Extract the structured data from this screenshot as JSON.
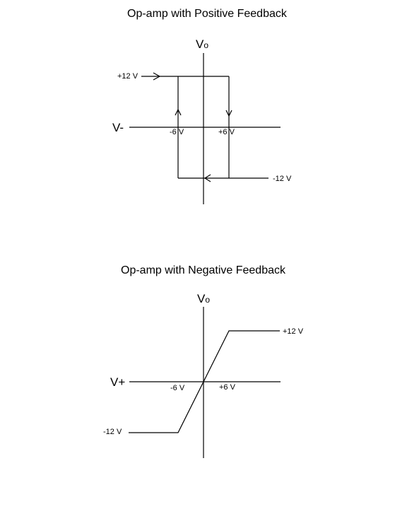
{
  "diagrams": {
    "positive": {
      "title": "Op-amp with Positive Feedback",
      "y_axis_label": "Vo",
      "x_axis_label": "V-",
      "high_label": "+12 V",
      "low_label": "-12 V",
      "neg_threshold_label": "-6 V",
      "pos_threshold_label": "+6 V"
    },
    "negative": {
      "title": "Op-amp with Negative Feedback",
      "y_axis_label": "Vo",
      "x_axis_label": "V+",
      "high_label": "+12 V",
      "low_label": "-12 V",
      "neg_threshold_label": "-6 V",
      "pos_threshold_label": "+6 V"
    }
  }
}
